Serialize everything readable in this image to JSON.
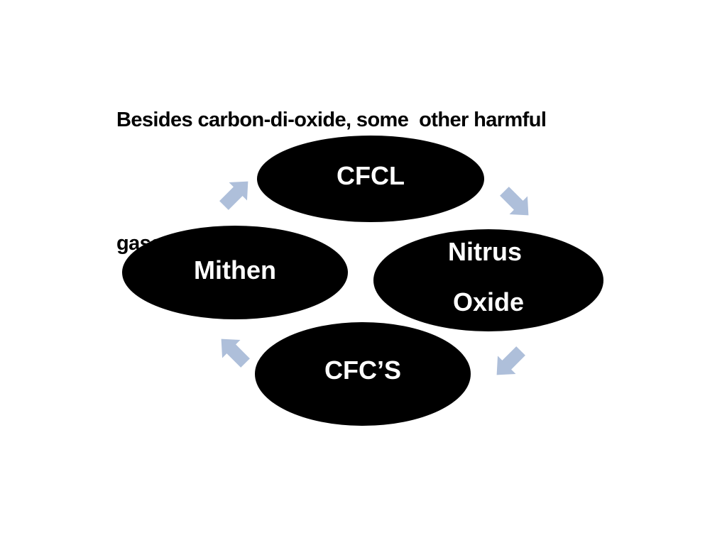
{
  "slide": {
    "title_line1": "Besides carbon-di-oxide, some  other harmful",
    "title_line2": "gases  are…."
  },
  "cycle": {
    "node_color": "#000000",
    "label_color": "#ffffff",
    "arrow_color": "#aebfda",
    "nodes": [
      {
        "id": "cfcl",
        "lines": [
          "CFCL"
        ]
      },
      {
        "id": "nitrus-oxide",
        "lines": [
          "Nitrus",
          "Oxide"
        ]
      },
      {
        "id": "cfcs",
        "lines": [
          "CFC’S"
        ]
      },
      {
        "id": "mithen",
        "lines": [
          "Mithen"
        ]
      }
    ]
  }
}
